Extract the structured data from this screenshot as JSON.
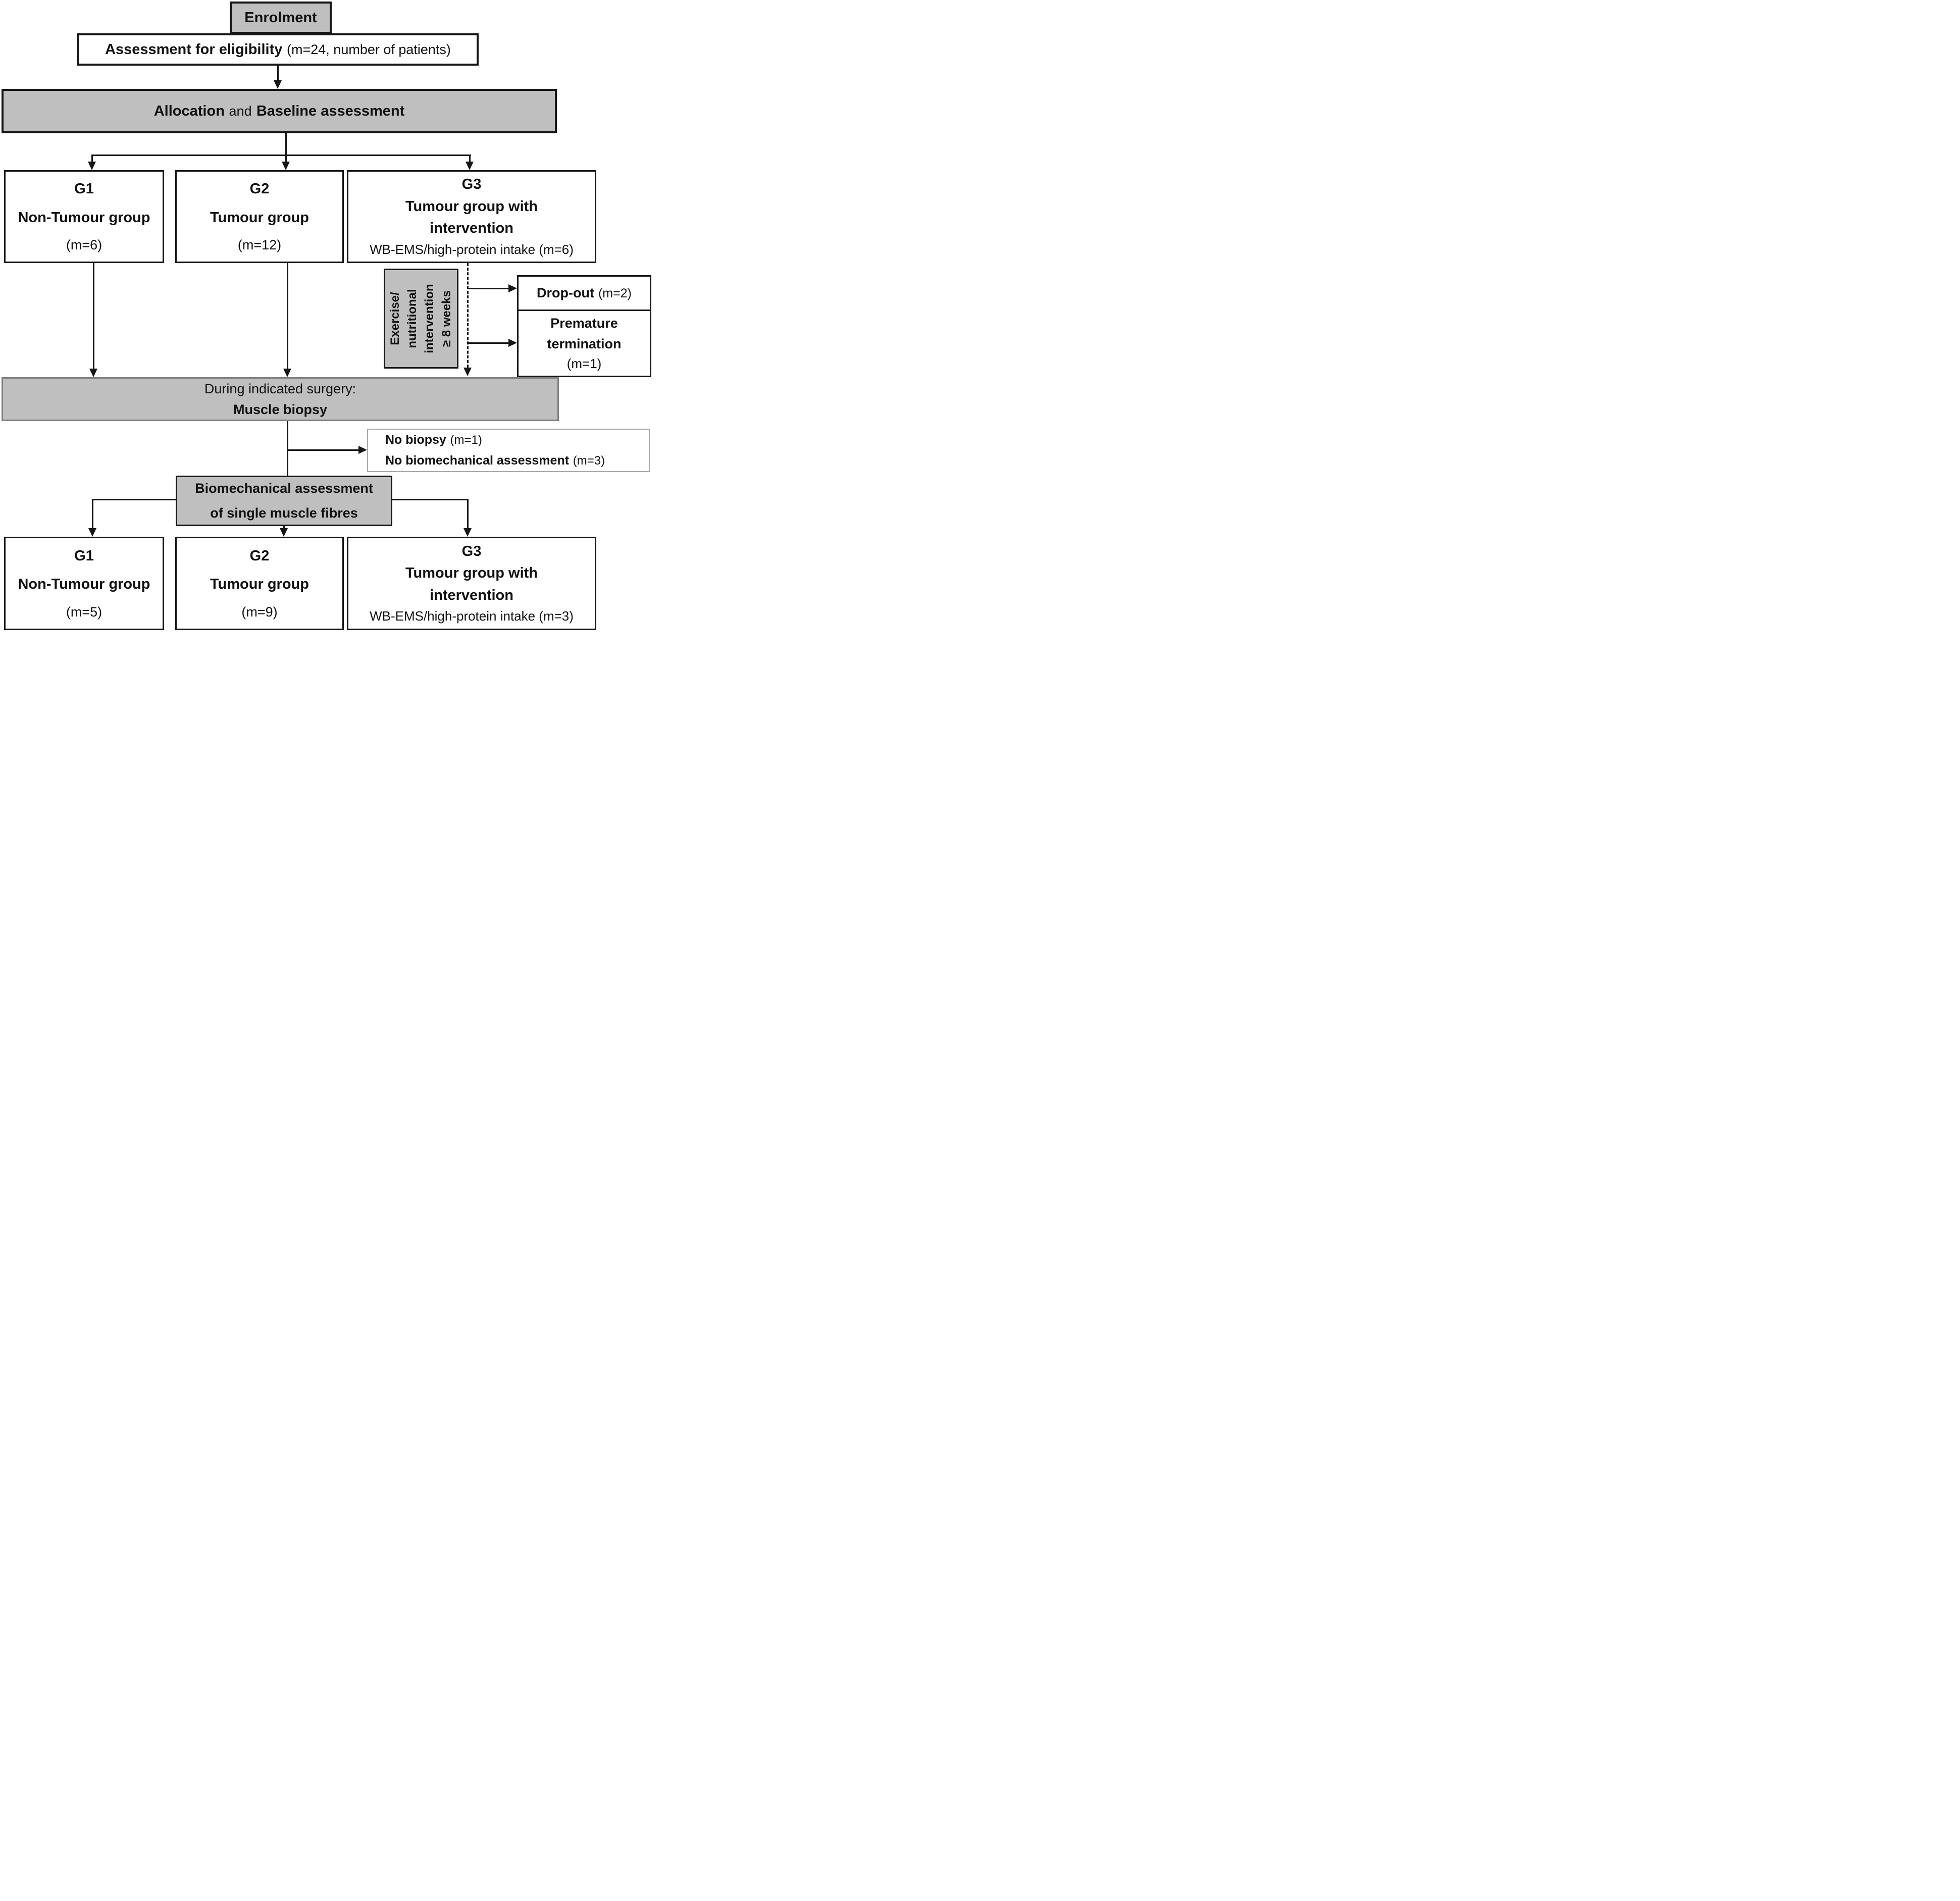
{
  "colors": {
    "node_fill_gray": "#bfbfbf",
    "border_dark": "#161616",
    "border_gray": "#7f7f7f",
    "border_light": "#a9a9a9",
    "background": "#ffffff"
  },
  "nodes": {
    "enrolment": {
      "label": "Enrolment"
    },
    "eligibility": {
      "label_bold": "Assessment for eligibility",
      "label_rest": "(m=24, number of patients)"
    },
    "allocation": {
      "part1": "Allocation",
      "part2": "and",
      "part3": "Baseline assessment"
    },
    "g1_top": {
      "id": "G1",
      "name": "Non-Tumour group",
      "count": "(m=6)"
    },
    "g2_top": {
      "id": "G2",
      "name": "Tumour group",
      "count": "(m=12)"
    },
    "g3_top": {
      "id": "G3",
      "name_line1": "Tumour group with",
      "name_line2": "intervention",
      "detail": "WB-EMS/high-protein intake (m=6)"
    },
    "exercise_sidebar": {
      "line1": "Exercise/",
      "line2": "nutritional",
      "line3": "intervention",
      "line4": "≥ 8 weeks"
    },
    "drop_out": {
      "label_bold": "Drop-out",
      "label_rest": "(m=2)"
    },
    "premature": {
      "line1": "Premature",
      "line2": "termination",
      "line3": "(m=1)"
    },
    "surgery": {
      "line1": "During indicated surgery:",
      "line2": "Muscle biopsy"
    },
    "no_biopsy": {
      "row1_bold": "No biopsy",
      "row1_rest": "(m=1)",
      "row2_bold": "No biomechanical assessment",
      "row2_rest": "(m=3)"
    },
    "biomech": {
      "line1": "Biomechanical assessment",
      "line2": "of single muscle fibres"
    },
    "g1_bottom": {
      "id": "G1",
      "name": "Non-Tumour group",
      "count": "(m=5)"
    },
    "g2_bottom": {
      "id": "G2",
      "name": "Tumour group",
      "count": "(m=9)"
    },
    "g3_bottom": {
      "id": "G3",
      "name_line1": "Tumour group with",
      "name_line2": "intervention",
      "detail": "WB-EMS/high-protein intake (m=3)"
    }
  }
}
